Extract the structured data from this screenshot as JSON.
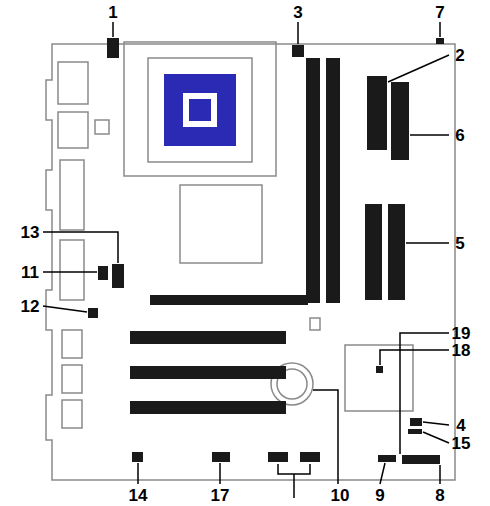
{
  "diagram": {
    "labels": [
      "1",
      "3",
      "7",
      "2",
      "6",
      "5",
      "13",
      "11",
      "12",
      "19",
      "18",
      "4",
      "15",
      "14",
      "17",
      "10",
      "9",
      "8"
    ]
  }
}
